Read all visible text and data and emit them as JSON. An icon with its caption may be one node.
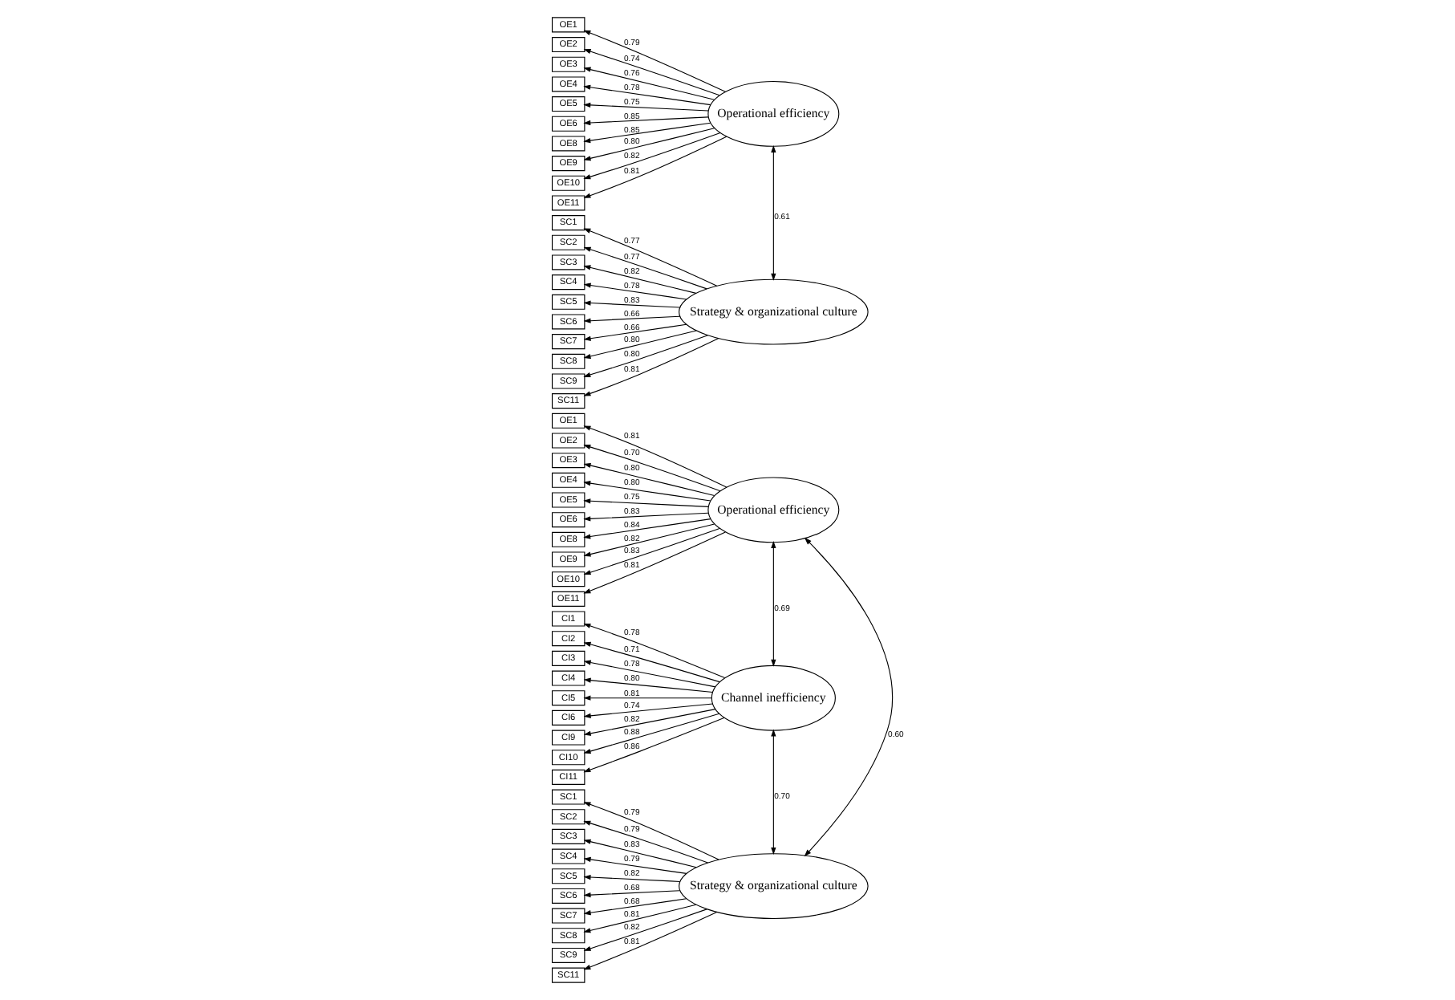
{
  "diagram": {
    "nodes": [
      {
        "text": [
          "Operational efficiency"
        ]
      },
      {
        "text": [
          "OE1"
        ]
      },
      {
        "text": [
          "OE2"
        ]
      },
      {
        "text": [
          "OE3"
        ]
      },
      {
        "text": [
          "OE4"
        ]
      },
      {
        "text": [
          "OE5"
        ]
      },
      {
        "text": [
          "OE6"
        ]
      },
      {
        "text": [
          "OE8"
        ]
      },
      {
        "text": [
          "OE9"
        ]
      },
      {
        "text": [
          "OE10"
        ]
      },
      {
        "text": [
          "OE11"
        ]
      },
      {
        "text": [
          "Channel inefficiency"
        ]
      },
      {
        "text": [
          "CI1"
        ]
      },
      {
        "text": [
          "CI2"
        ]
      },
      {
        "text": [
          "CI3"
        ]
      },
      {
        "text": [
          "CI4"
        ]
      },
      {
        "text": [
          "CI5"
        ]
      },
      {
        "text": [
          "CI6"
        ]
      },
      {
        "text": [
          "CI9"
        ]
      },
      {
        "text": [
          "CI10"
        ]
      },
      {
        "text": [
          "CI11"
        ]
      },
      {
        "text": [
          "Strategy & organizational culture"
        ]
      },
      {
        "text": [
          "SC1"
        ]
      },
      {
        "text": [
          "SC2"
        ]
      },
      {
        "text": [
          "SC3"
        ]
      },
      {
        "text": [
          "SC4"
        ]
      },
      {
        "text": [
          "SC5"
        ]
      },
      {
        "text": [
          "SC6"
        ]
      },
      {
        "text": [
          "SC7"
        ]
      },
      {
        "text": [
          "SC8"
        ]
      },
      {
        "text": [
          "SC9"
        ]
      },
      {
        "text": [
          "SC11"
        ]
      },
      {
        "text": [
          "Operational efficiency"
        ]
      },
      {
        "text": [
          "OE1"
        ]
      },
      {
        "text": [
          "OE2"
        ]
      },
      {
        "text": [
          "OE3"
        ]
      },
      {
        "text": [
          "OE4"
        ]
      },
      {
        "text": [
          "OE5"
        ]
      },
      {
        "text": [
          "OE6"
        ]
      },
      {
        "text": [
          "OE8"
        ]
      },
      {
        "text": [
          "OE9"
        ]
      },
      {
        "text": [
          "OE10"
        ]
      },
      {
        "text": [
          "OE11"
        ]
      },
      {
        "text": [
          "Strategy & organizational culture"
        ]
      },
      {
        "text": [
          "SC1"
        ]
      },
      {
        "text": [
          "SC2"
        ]
      },
      {
        "text": [
          "SC3"
        ]
      },
      {
        "text": [
          "SC4"
        ]
      },
      {
        "text": [
          "SC5"
        ]
      },
      {
        "text": [
          "SC6"
        ]
      },
      {
        "text": [
          "SC7"
        ]
      },
      {
        "text": [
          "SC8"
        ]
      },
      {
        "text": [
          "SC9"
        ]
      },
      {
        "text": [
          "SC11"
        ]
      }
    ],
    "edges": [
      {
        "from": 0,
        "to": 1,
        "arrow": "to",
        "label": "0.81"
      },
      {
        "from": 0,
        "to": 2,
        "arrow": "to",
        "label": "0.70"
      },
      {
        "from": 0,
        "to": 3,
        "arrow": "to",
        "label": "0.80"
      },
      {
        "from": 0,
        "to": 4,
        "arrow": "to",
        "label": "0.80"
      },
      {
        "from": 0,
        "to": 5,
        "arrow": "to",
        "label": "0.75"
      },
      {
        "from": 0,
        "to": 6,
        "arrow": "to",
        "label": "0.83"
      },
      {
        "from": 0,
        "to": 7,
        "arrow": "to",
        "label": "0.84"
      },
      {
        "from": 0,
        "to": 8,
        "arrow": "to",
        "label": "0.82"
      },
      {
        "from": 0,
        "to": 9,
        "arrow": "to",
        "label": "0.83"
      },
      {
        "from": 0,
        "to": 10,
        "arrow": "to",
        "label": "0.81"
      },
      {
        "from": 11,
        "to": 12,
        "arrow": "to",
        "label": "0.78"
      },
      {
        "from": 11,
        "to": 13,
        "arrow": "to",
        "label": "0.71"
      },
      {
        "from": 11,
        "to": 14,
        "arrow": "to",
        "label": "0.78"
      },
      {
        "from": 11,
        "to": 15,
        "arrow": "to",
        "label": "0.80"
      },
      {
        "from": 11,
        "to": 16,
        "arrow": "to",
        "label": "0.81"
      },
      {
        "from": 11,
        "to": 17,
        "arrow": "to",
        "label": "0.74"
      },
      {
        "from": 11,
        "to": 18,
        "arrow": "to",
        "label": "0.82"
      },
      {
        "from": 11,
        "to": 19,
        "arrow": "to",
        "label": "0.88"
      },
      {
        "from": 11,
        "to": 20,
        "arrow": "to",
        "label": "0.86"
      },
      {
        "from": 21,
        "to": 22,
        "arrow": "to",
        "label": "0.79"
      },
      {
        "from": 21,
        "to": 23,
        "arrow": "to",
        "label": "0.79"
      },
      {
        "from": 21,
        "to": 24,
        "arrow": "to",
        "label": "0.83"
      },
      {
        "from": 21,
        "to": 25,
        "arrow": "to",
        "label": "0.79"
      },
      {
        "from": 21,
        "to": 26,
        "arrow": "to",
        "label": "0.82"
      },
      {
        "from": 21,
        "to": 27,
        "arrow": "to",
        "label": "0.68"
      },
      {
        "from": 21,
        "to": 28,
        "arrow": "to",
        "label": "0.68"
      },
      {
        "from": 21,
        "to": 29,
        "arrow": "to",
        "label": "0.81"
      },
      {
        "from": 21,
        "to": 30,
        "arrow": "to",
        "label": "0.82"
      },
      {
        "from": 21,
        "to": 31,
        "arrow": "to",
        "label": "0.81"
      },
      {
        "from": 0,
        "to": 11,
        "arrow": "both",
        "label": "0.69"
      },
      {
        "from": 11,
        "to": 21,
        "arrow": "both",
        "label": "0.70"
      },
      {
        "from": 0,
        "to": 21,
        "arrow": "both",
        "label": "0.60"
      },
      {
        "from": 32,
        "to": 33,
        "arrow": "to",
        "label": "0.79"
      },
      {
        "from": 32,
        "to": 34,
        "arrow": "to",
        "label": "0.74"
      },
      {
        "from": 32,
        "to": 35,
        "arrow": "to",
        "label": "0.76"
      },
      {
        "from": 32,
        "to": 36,
        "arrow": "to",
        "label": "0.78"
      },
      {
        "from": 32,
        "to": 37,
        "arrow": "to",
        "label": "0.75"
      },
      {
        "from": 32,
        "to": 38,
        "arrow": "to",
        "label": "0.85"
      },
      {
        "from": 32,
        "to": 39,
        "arrow": "to",
        "label": "0.85"
      },
      {
        "from": 32,
        "to": 40,
        "arrow": "to",
        "label": "0.80"
      },
      {
        "from": 32,
        "to": 41,
        "arrow": "to",
        "label": "0.82"
      },
      {
        "from": 32,
        "to": 42,
        "arrow": "to",
        "label": "0.81"
      },
      {
        "from": 43,
        "to": 44,
        "arrow": "to",
        "label": "0.77"
      },
      {
        "from": 43,
        "to": 45,
        "arrow": "to",
        "label": "0.77"
      },
      {
        "from": 43,
        "to": 46,
        "arrow": "to",
        "label": "0.82"
      },
      {
        "from": 43,
        "to": 47,
        "arrow": "to",
        "label": "0.78"
      },
      {
        "from": 43,
        "to": 48,
        "arrow": "to",
        "label": "0.83"
      },
      {
        "from": 43,
        "to": 49,
        "arrow": "to",
        "label": "0.66"
      },
      {
        "from": 43,
        "to": 50,
        "arrow": "to",
        "label": "0.66"
      },
      {
        "from": 43,
        "to": 51,
        "arrow": "to",
        "label": "0.80"
      },
      {
        "from": 43,
        "to": 52,
        "arrow": "to",
        "label": "0.80"
      },
      {
        "from": 43,
        "to": 53,
        "arrow": "to",
        "label": "0.81"
      },
      {
        "from": 32,
        "to": 43,
        "arrow": "both",
        "label": "0.61"
      }
    ]
  }
}
